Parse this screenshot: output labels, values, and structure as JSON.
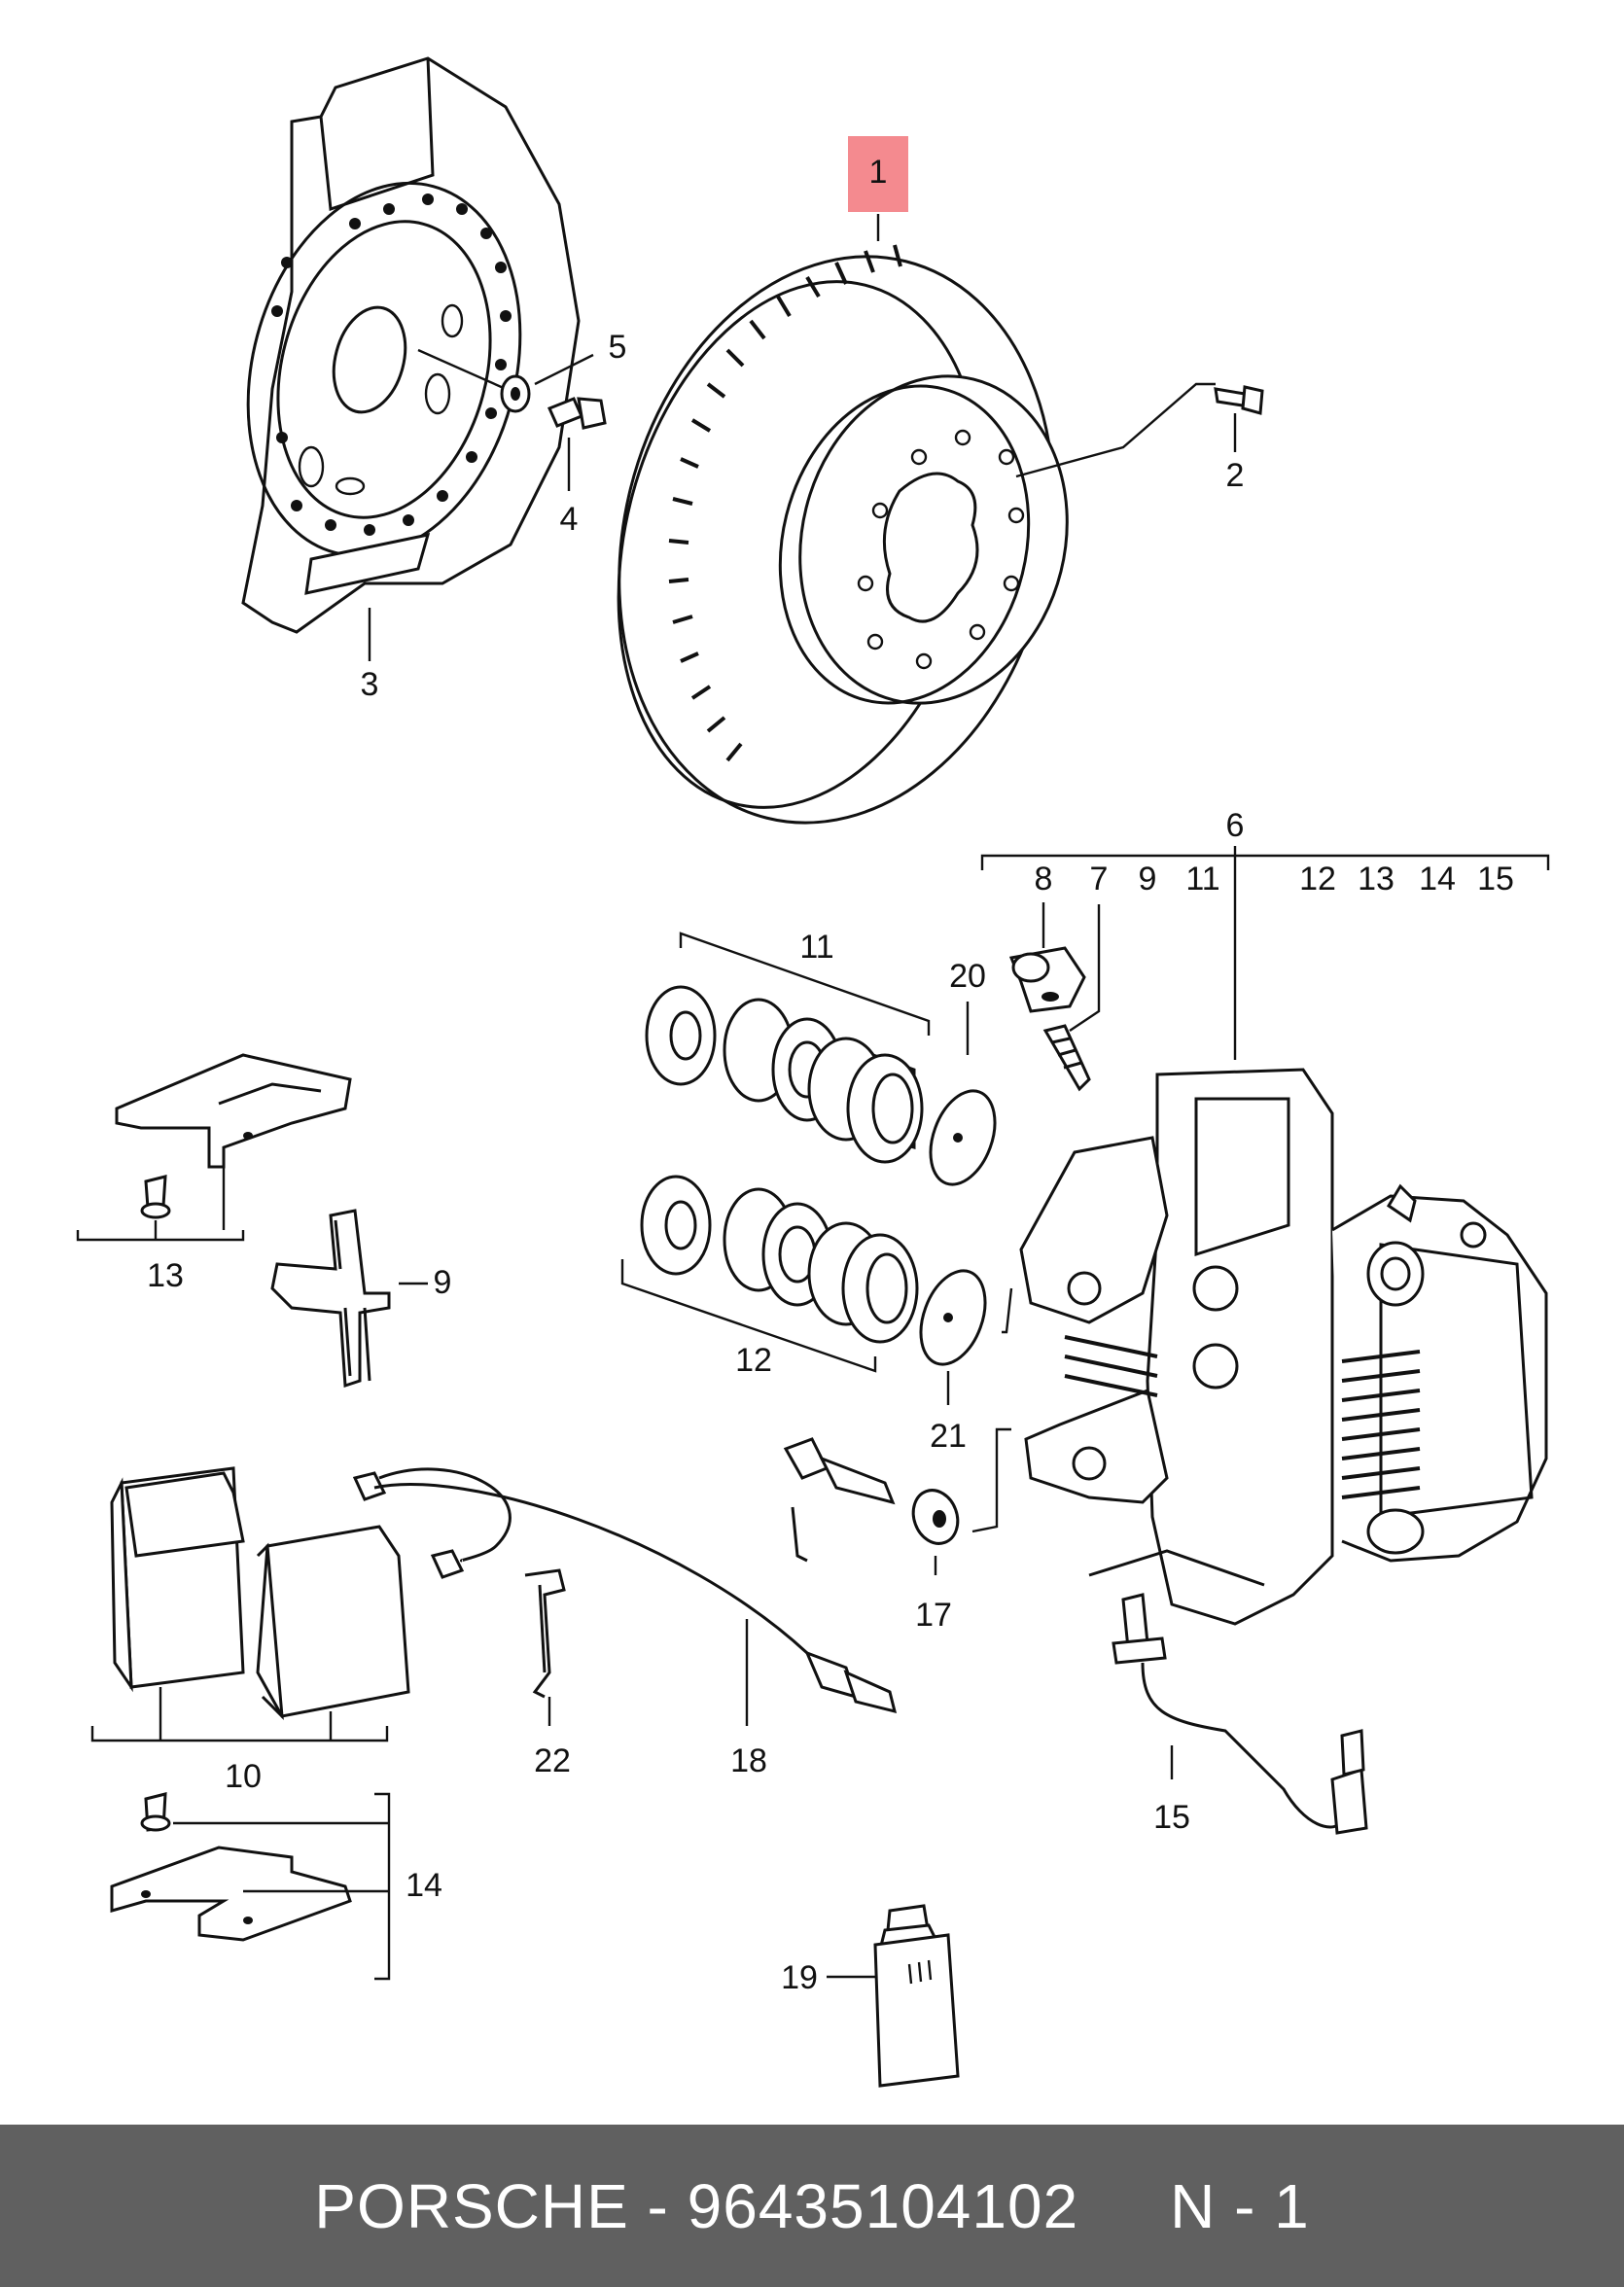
{
  "diagram": {
    "highlighted_callout": "1",
    "highlight_color": "#f48a8f",
    "callouts": {
      "c1": "1",
      "c2": "2",
      "c3": "3",
      "c4": "4",
      "c5": "5",
      "c6": "6",
      "c8a": "8",
      "c7a": "7",
      "c9a": "9",
      "c11a": "11",
      "c12a": "12",
      "c13a": "13",
      "c14a": "14",
      "c15a": "15",
      "c20": "20",
      "c11b": "11",
      "c12b": "12",
      "c21": "21",
      "c13b": "13",
      "c9b": "9",
      "c10": "10",
      "c14b": "14",
      "c22": "22",
      "c18": "18",
      "c17": "17",
      "c15b": "15",
      "c19": "19"
    }
  },
  "footer": {
    "text": "PORSCHE - 96435104102     N - 1",
    "background": "#606060",
    "color": "#ffffff"
  }
}
